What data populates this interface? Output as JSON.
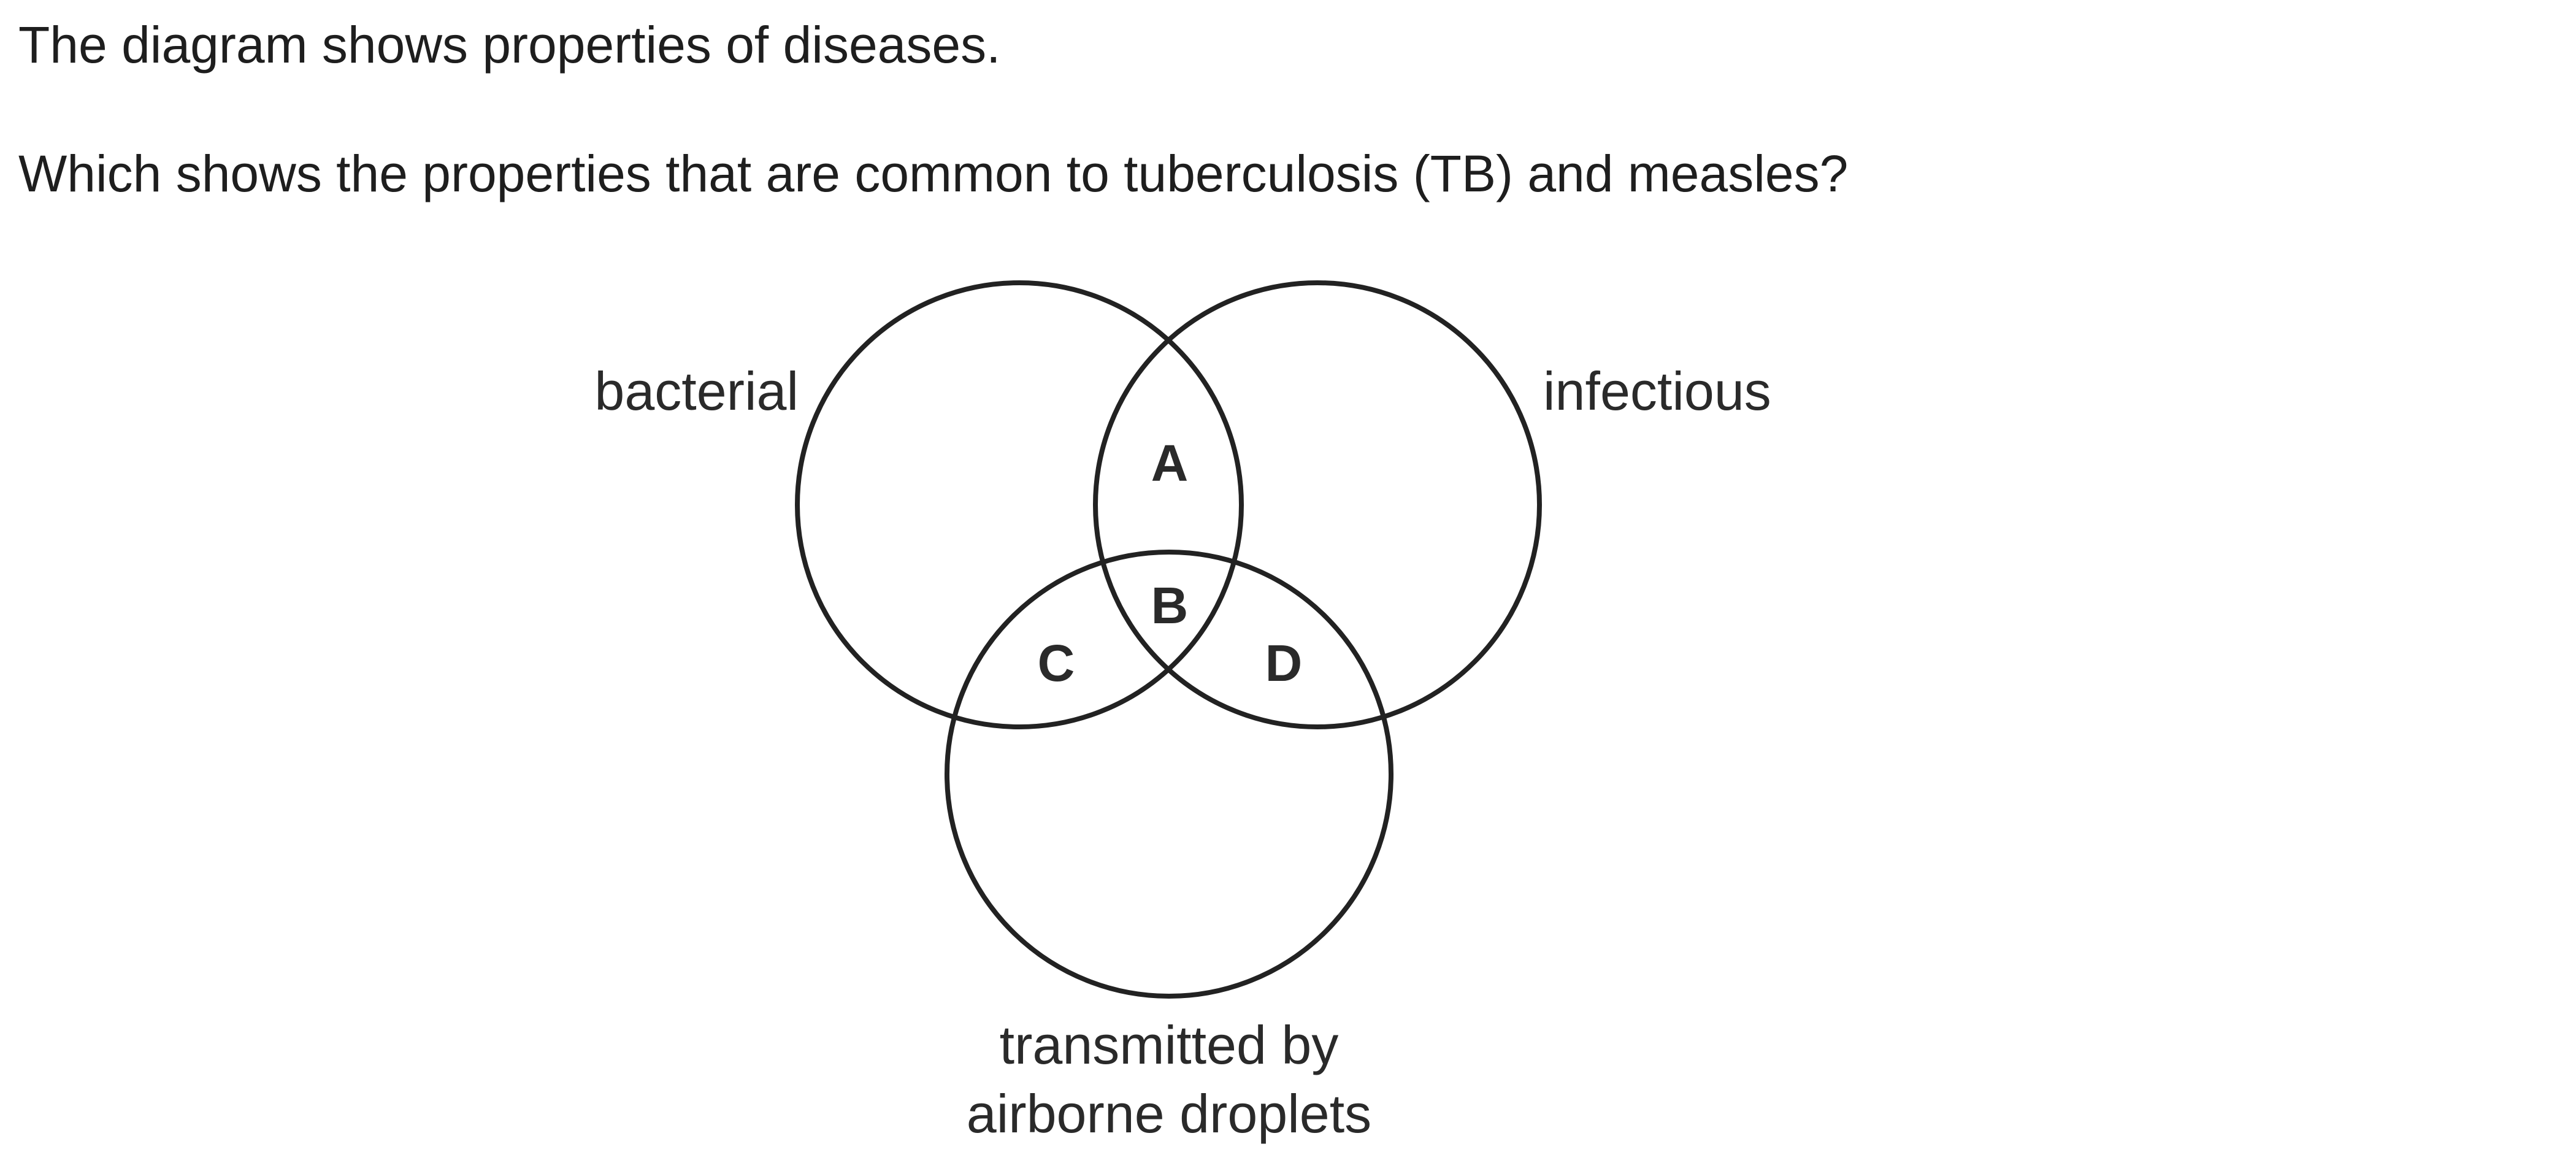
{
  "text": {
    "intro": "The diagram shows properties of diseases.",
    "question": "Which shows the properties that are common to tuberculosis (TB) and measles?"
  },
  "venn": {
    "sets": {
      "bacterial": "bacterial",
      "infectious": "infectious",
      "airborne_line1": "transmitted by",
      "airborne_line2": "airborne droplets"
    },
    "regions": {
      "a": "A",
      "b": "B",
      "c": "C",
      "d": "D"
    }
  }
}
